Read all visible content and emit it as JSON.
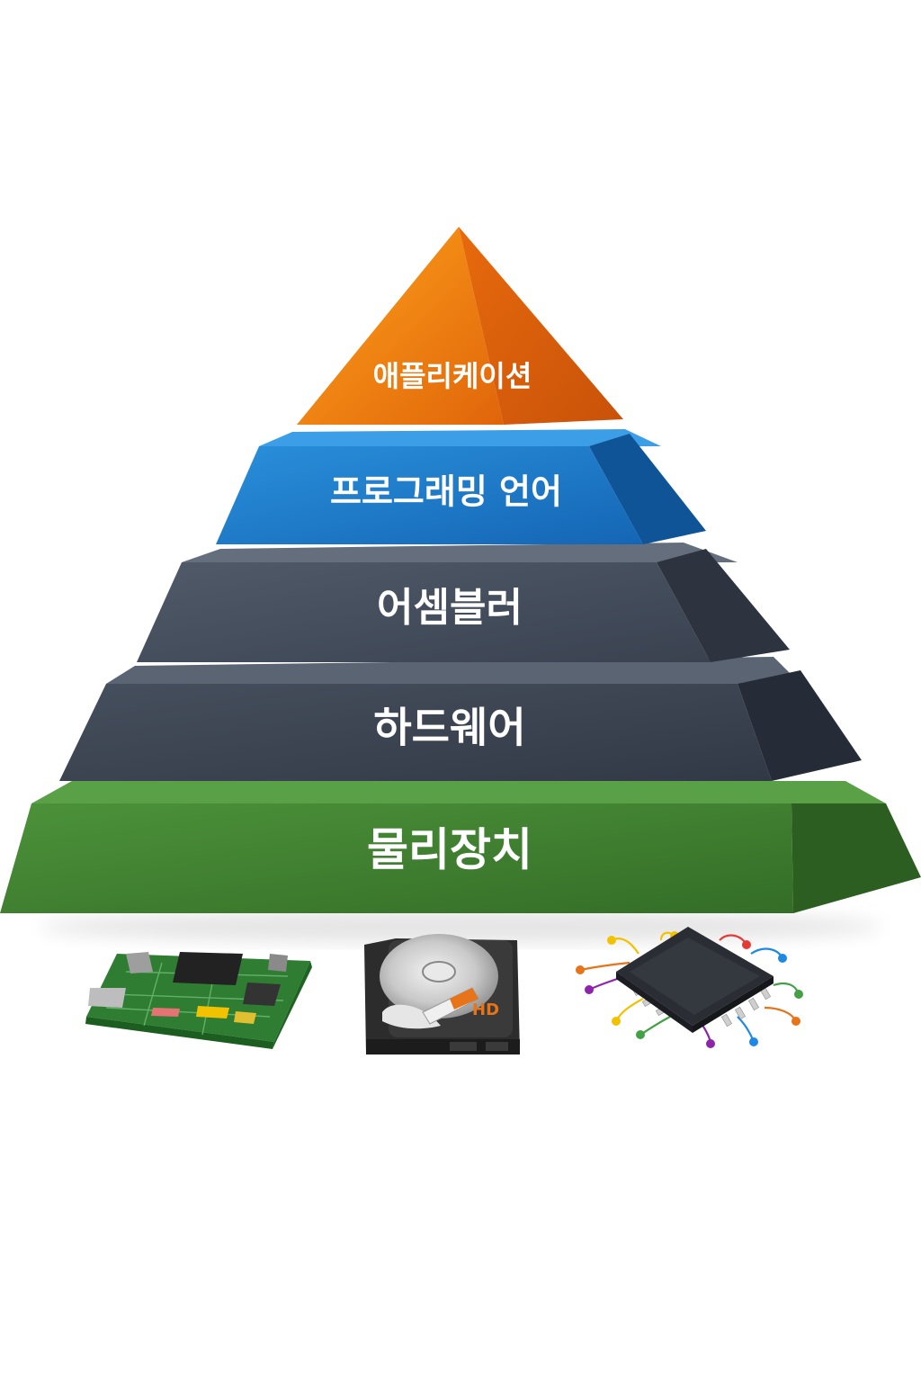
{
  "tiers": [
    {
      "label": "애플리케이션",
      "color": "#F07A12"
    },
    {
      "label": "프로그래밍 언어",
      "color": "#1A74C4"
    },
    {
      "label": "어셈블러",
      "color": "#3E4756"
    },
    {
      "label": "하드웨어",
      "color": "#363E4C"
    },
    {
      "label": "물리장치",
      "color": "#3F7E2E"
    }
  ],
  "devices": [
    {
      "icon": "circuit-board-icon"
    },
    {
      "icon": "hard-drive-icon",
      "badge": "HD"
    },
    {
      "icon": "microchip-icon"
    }
  ]
}
